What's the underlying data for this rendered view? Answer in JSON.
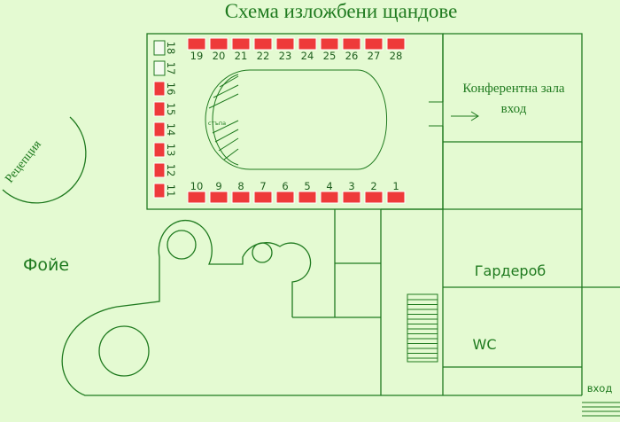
{
  "title": "Схема изложбени щандове",
  "labels": {
    "conference": "Конферентна зала",
    "conference_entrance": "вход",
    "reception": "Рецепция",
    "foyer": "Фойе",
    "wardrobe": "Гардероб",
    "wc": "WC",
    "entrance": "вход",
    "stage": "стъпа"
  },
  "stands": {
    "top": [
      {
        "number": "19",
        "status": "occupied"
      },
      {
        "number": "20",
        "status": "occupied"
      },
      {
        "number": "21",
        "status": "occupied"
      },
      {
        "number": "22",
        "status": "occupied"
      },
      {
        "number": "23",
        "status": "occupied"
      },
      {
        "number": "24",
        "status": "occupied"
      },
      {
        "number": "25",
        "status": "occupied"
      },
      {
        "number": "26",
        "status": "occupied"
      },
      {
        "number": "27",
        "status": "occupied"
      },
      {
        "number": "28",
        "status": "occupied"
      }
    ],
    "bottom": [
      {
        "number": "10",
        "status": "occupied"
      },
      {
        "number": "9",
        "status": "occupied"
      },
      {
        "number": "8",
        "status": "occupied"
      },
      {
        "number": "7",
        "status": "occupied"
      },
      {
        "number": "6",
        "status": "occupied"
      },
      {
        "number": "5",
        "status": "occupied"
      },
      {
        "number": "4",
        "status": "occupied"
      },
      {
        "number": "3",
        "status": "occupied"
      },
      {
        "number": "2",
        "status": "occupied"
      },
      {
        "number": "1",
        "status": "occupied"
      }
    ],
    "left": [
      {
        "number": "18",
        "status": "free"
      },
      {
        "number": "17",
        "status": "free"
      },
      {
        "number": "16",
        "status": "occupied"
      },
      {
        "number": "15",
        "status": "occupied"
      },
      {
        "number": "14",
        "status": "occupied"
      },
      {
        "number": "13",
        "status": "occupied"
      },
      {
        "number": "12",
        "status": "occupied"
      },
      {
        "number": "11",
        "status": "occupied"
      }
    ]
  },
  "colors": {
    "background": "#e4fad2",
    "lines": "#1f7a1f",
    "occupied": "#ee3a3a",
    "free": "#f4fbef"
  }
}
